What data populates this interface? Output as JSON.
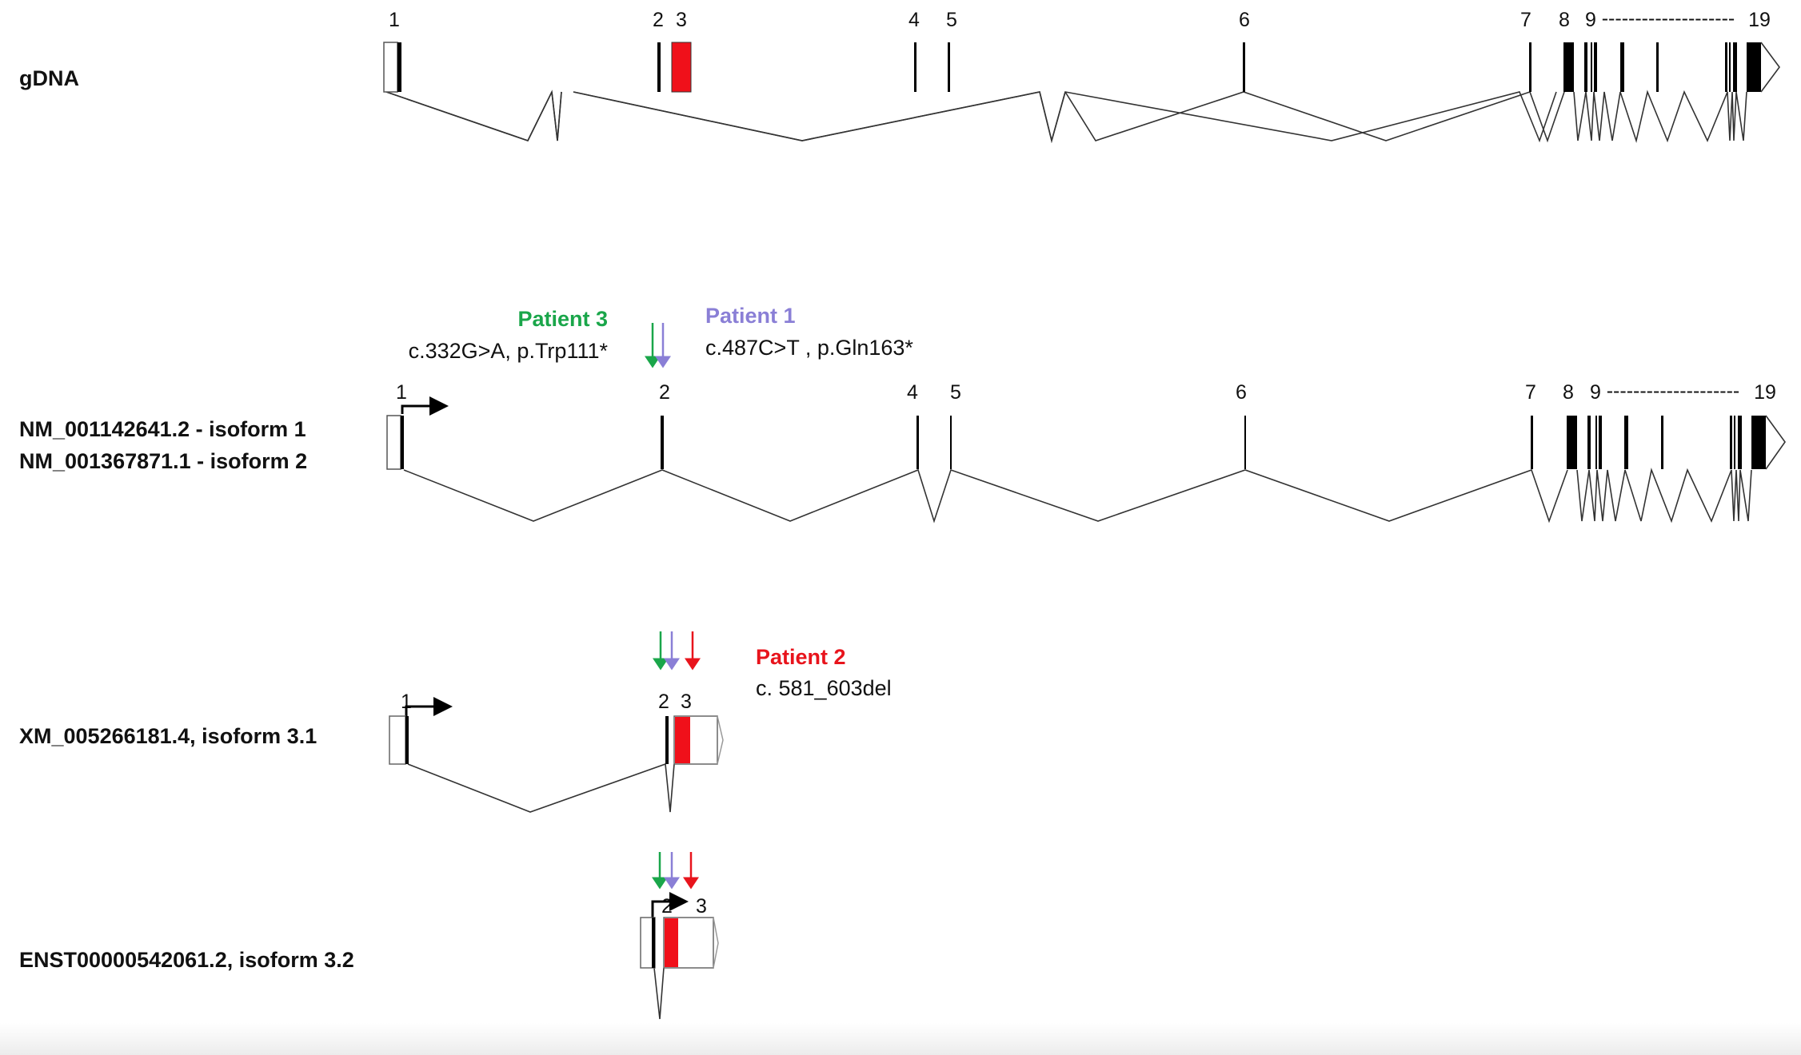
{
  "tracks": {
    "gdna": {
      "label": "gDNA"
    },
    "nm": {
      "label1": "NM_001142641.2 - isoform 1",
      "label2": "NM_001367871.1 - isoform 2"
    },
    "xm": {
      "label": "XM_005266181.4, isoform 3.1"
    },
    "enst": {
      "label": "ENST00000542061.2, isoform 3.2"
    }
  },
  "exon_labels": {
    "e1": "1",
    "e2": "2",
    "e3": "3",
    "e4": "4",
    "e5": "5",
    "e6": "6",
    "e7": "7",
    "e8": "8",
    "e9": "9",
    "dashes": "--------------------",
    "e19": "19"
  },
  "patients": {
    "p1": {
      "name": "Patient 1",
      "variant": "c.487C>T , p.Gln163*",
      "color": "#8a7fd6"
    },
    "p2": {
      "name": "Patient 2",
      "variant": "c. 581_603del",
      "color": "#e8141c"
    },
    "p3": {
      "name": "Patient 3",
      "variant": "c.332G>A, p.Trp111*",
      "color": "#1aa64a"
    }
  },
  "colors": {
    "mutated_exon": "#f0101a",
    "exon": "#000000"
  }
}
